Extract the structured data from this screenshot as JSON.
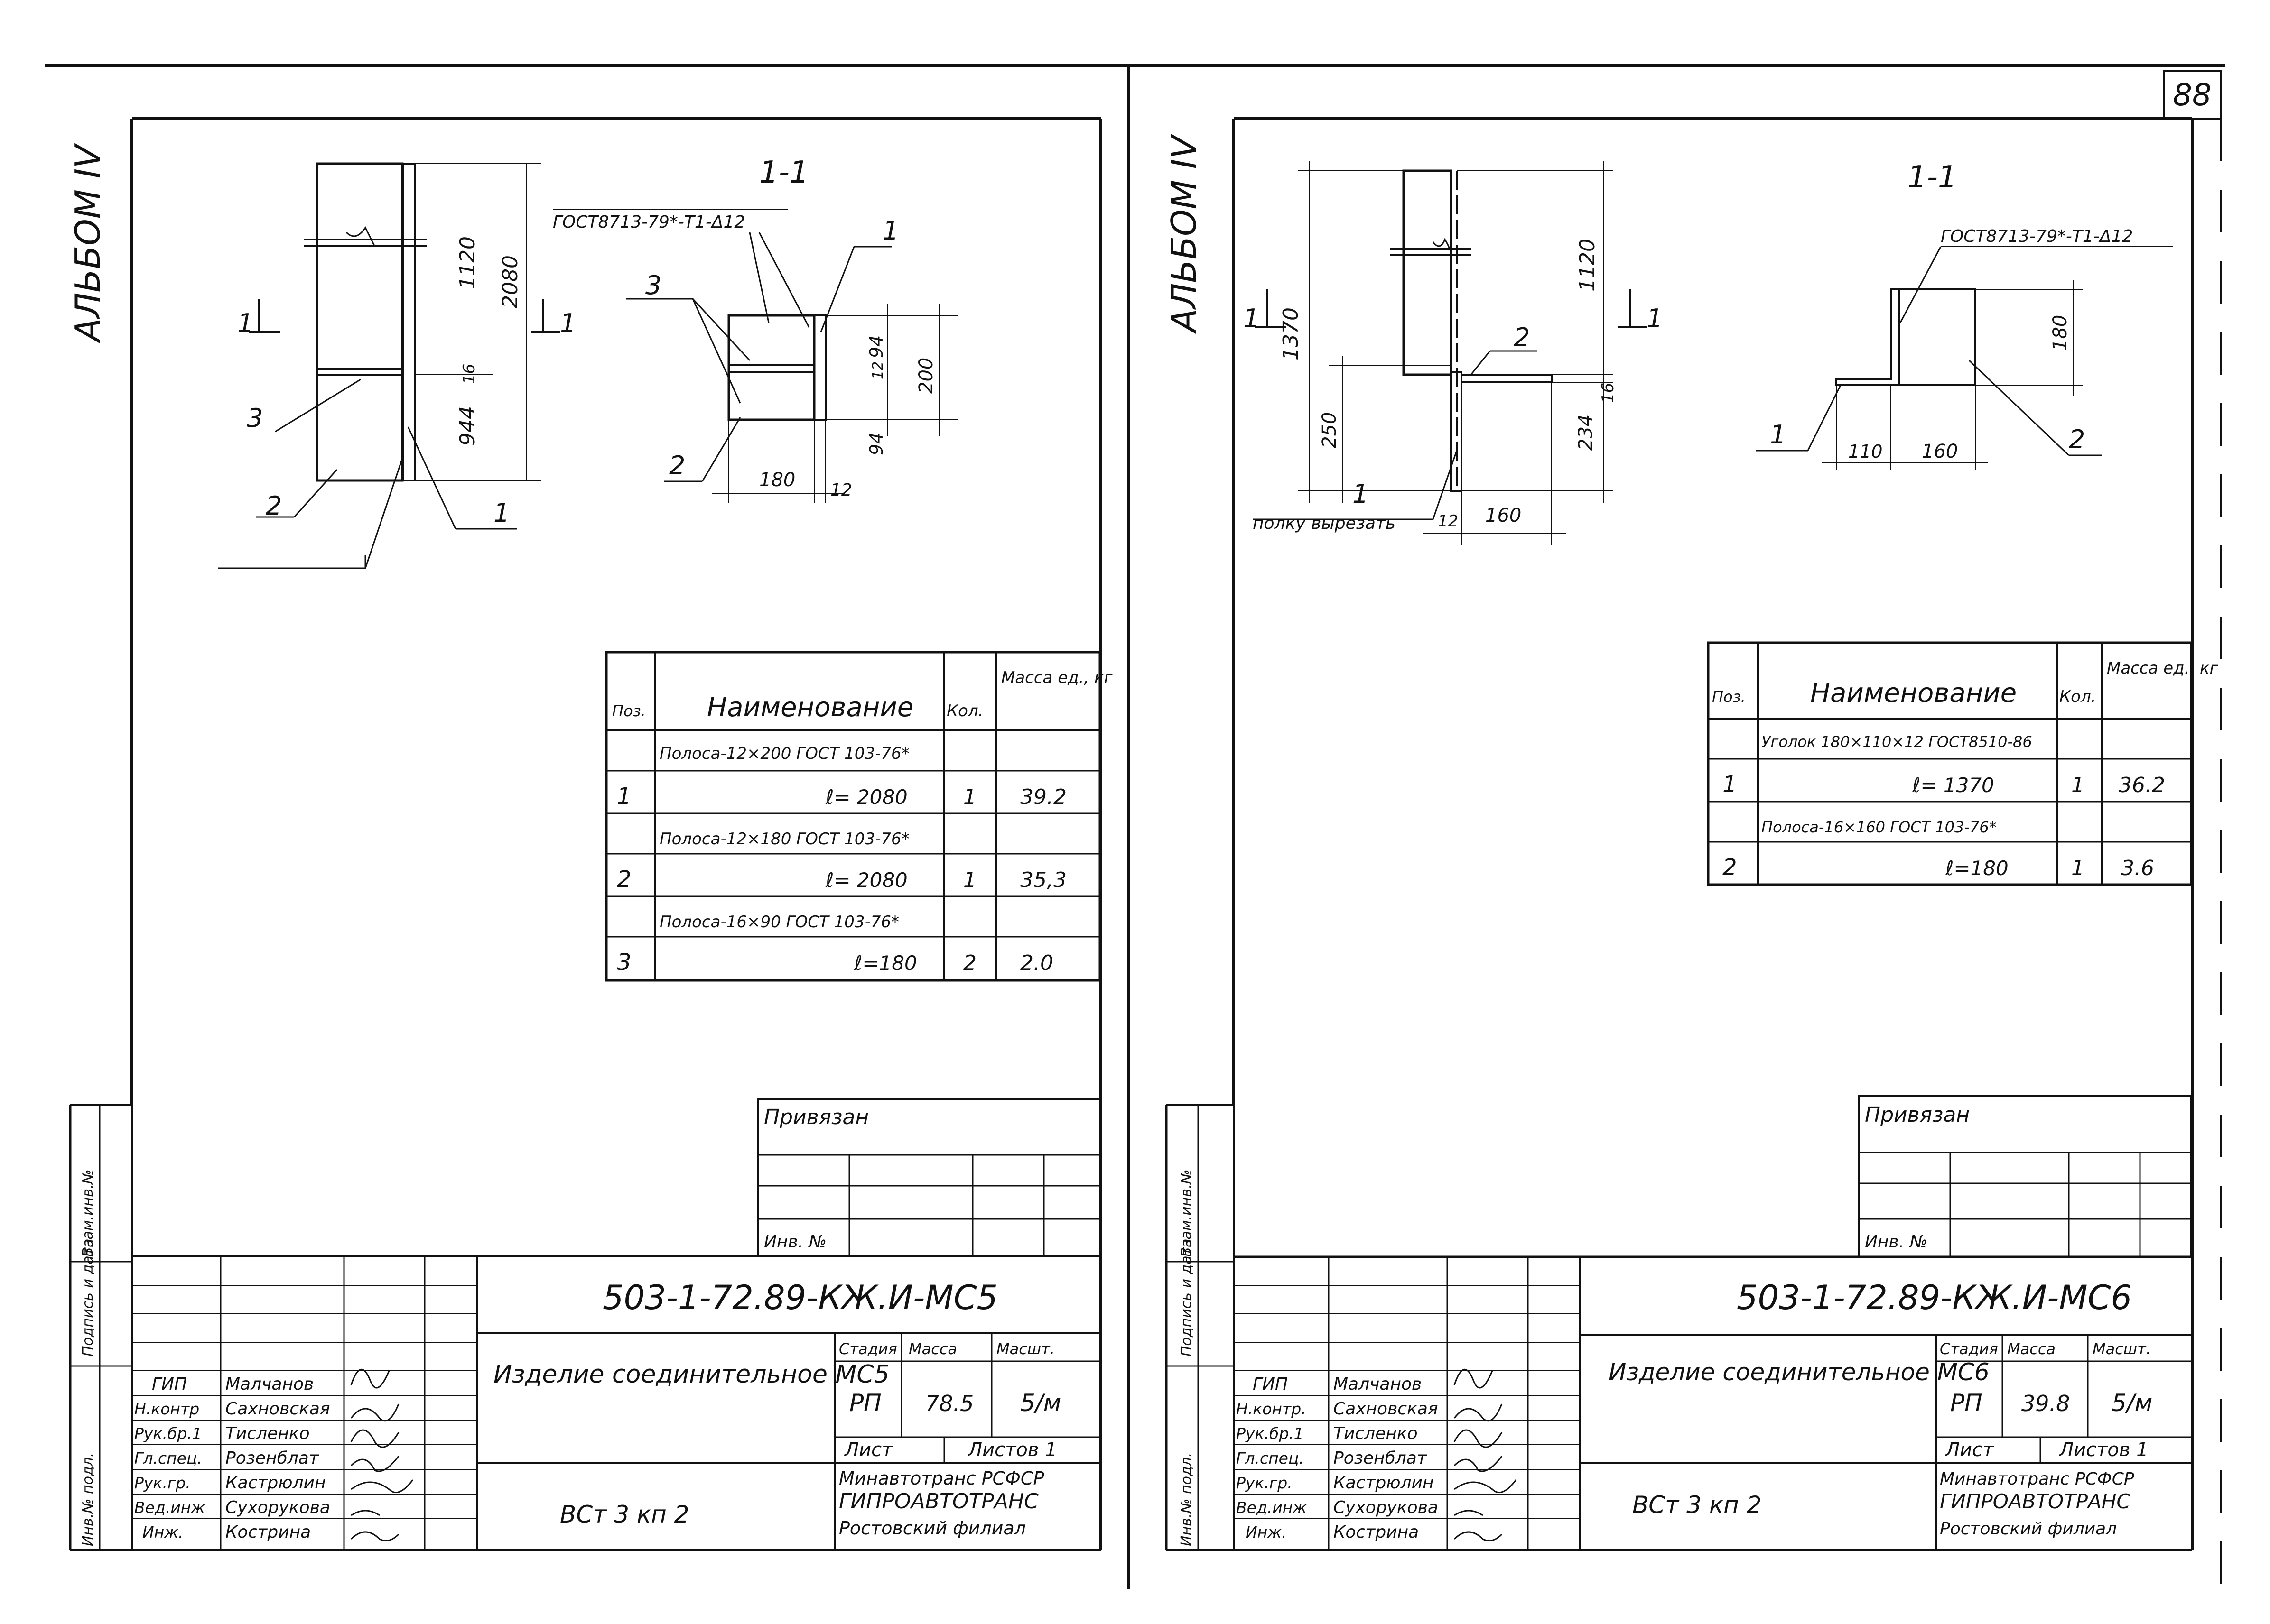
{
  "page_number": "88",
  "sheets": [
    {
      "album": "АЛЬБОМ IV",
      "section_label": "1-1",
      "section_mark": "1",
      "gost_weld": "ГОСТ8713-79*-Т1-Δ12",
      "drawing_dims": {
        "total": "2080",
        "top": "1120",
        "gap": "16",
        "bottom": "944",
        "sec_94a": "94",
        "sec_12": "12",
        "sec_200": "200",
        "sec_94b": "94",
        "sec_180": "180",
        "sec_12b": "12"
      },
      "callouts": {
        "c1": "1",
        "c2": "2",
        "c3": "3",
        "s1": "1",
        "s2": "2",
        "s3": "3"
      },
      "spec": {
        "headers": {
          "pos": "Поз.",
          "name": "Наименование",
          "qty": "Кол.",
          "mass": "Масса ед., кг"
        },
        "rows": [
          {
            "pos": "",
            "name": "Полоса-12×200 ГОСТ 103-76*",
            "qty": "",
            "mass": ""
          },
          {
            "pos": "1",
            "name": "ℓ= 2080",
            "qty": "1",
            "mass": "39.2"
          },
          {
            "pos": "",
            "name": "Полоса-12×180 ГОСТ 103-76*",
            "qty": "",
            "mass": ""
          },
          {
            "pos": "2",
            "name": "ℓ= 2080",
            "qty": "1",
            "mass": "35,3"
          },
          {
            "pos": "",
            "name": "Полоса-16×90 ГОСТ 103-76*",
            "qty": "",
            "mass": ""
          },
          {
            "pos": "3",
            "name": "ℓ=180",
            "qty": "2",
            "mass": "2.0"
          }
        ]
      },
      "privyazan": "Привязан",
      "inv_no": "Инв. №",
      "doc_code": "503-1-72.89-КЖ.И-МС5",
      "title": "Изделие соединительное МС5",
      "material": "ВСт 3 кп 2",
      "stage_h": "Стадия",
      "mass_h": "Масса",
      "scale_h": "Масшт.",
      "stage": "РП",
      "mass": "78.5",
      "scale": "5/м",
      "list_h": "Лист",
      "lists_h": "Листов 1",
      "org": [
        "Минавтотранс РСФСР",
        "ГИПРОАВТОТРАНС",
        "Ростовский филиал"
      ],
      "staff": [
        {
          "role": "ГИП",
          "name": "Малчанов"
        },
        {
          "role": "Н.контр",
          "name": "Сахновская"
        },
        {
          "role": "Рук.бр.1",
          "name": "Тисленко"
        },
        {
          "role": "Гл.спец.",
          "name": "Розенблат"
        },
        {
          "role": "Рук.гр.",
          "name": "Кастрюлин"
        },
        {
          "role": "Вед.инж",
          "name": "Сухорукова"
        },
        {
          "role": "Инж.",
          "name": "Кострина"
        }
      ],
      "side_labels": [
        "Инв.№ подл.",
        "Подпись и дата",
        "Взам.инв.№"
      ]
    },
    {
      "album": "АЛЬБОМ IV",
      "section_label": "1-1",
      "section_mark": "1",
      "gost_weld": "ГОСТ8713-79*-Т1-Δ12",
      "cut_note": "полку вырезать",
      "drawing_dims": {
        "total": "1370",
        "top": "1120",
        "low": "250",
        "gap": "16",
        "bottom": "234",
        "w12": "12",
        "w160": "160",
        "sec_180": "180",
        "sec_110": "110",
        "sec_160": "160"
      },
      "callouts": {
        "c1": "1",
        "c2": "2",
        "s1": "1",
        "s2": "2"
      },
      "spec": {
        "headers": {
          "pos": "Поз.",
          "name": "Наименование",
          "qty": "Кол.",
          "mass": "Масса ед., кг"
        },
        "rows": [
          {
            "pos": "",
            "name": "Уголок 180×110×12 ГОСТ8510-86",
            "qty": "",
            "mass": ""
          },
          {
            "pos": "1",
            "name": "ℓ= 1370",
            "qty": "1",
            "mass": "36.2"
          },
          {
            "pos": "",
            "name": "Полоса-16×160 ГОСТ 103-76*",
            "qty": "",
            "mass": ""
          },
          {
            "pos": "2",
            "name": "ℓ=180",
            "qty": "1",
            "mass": "3.6"
          }
        ]
      },
      "privyazan": "Привязан",
      "inv_no": "Инв. №",
      "doc_code": "503-1-72.89-КЖ.И-МС6",
      "title": "Изделие соединительное МС6",
      "material": "ВСт 3 кп 2",
      "stage_h": "Стадия",
      "mass_h": "Масса",
      "scale_h": "Масшт.",
      "stage": "РП",
      "mass": "39.8",
      "scale": "5/м",
      "list_h": "Лист",
      "lists_h": "Листов 1",
      "org": [
        "Минавтотранс РСФСР",
        "ГИПРОАВТОТРАНС",
        "Ростовский филиал"
      ],
      "staff": [
        {
          "role": "ГИП",
          "name": "Малчанов"
        },
        {
          "role": "Н.контр.",
          "name": "Сахновская"
        },
        {
          "role": "Рук.бр.1",
          "name": "Тисленко"
        },
        {
          "role": "Гл.спец.",
          "name": "Розенблат"
        },
        {
          "role": "Рук.гр.",
          "name": "Кастрюлин"
        },
        {
          "role": "Вед.инж",
          "name": "Сухорукова"
        },
        {
          "role": "Инж.",
          "name": "Кострина"
        }
      ],
      "side_labels": [
        "Инв.№ подл.",
        "Подпись и дата",
        "Взам.инв.№"
      ]
    }
  ]
}
